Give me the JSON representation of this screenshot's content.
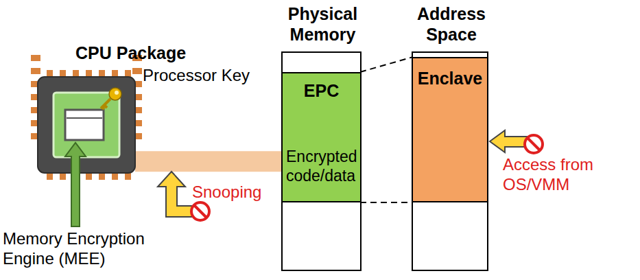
{
  "diagram": {
    "nodes": [
      {
        "text": [
          "CPU Package"
        ]
      },
      {
        "text": [
          "Physical Memory"
        ]
      },
      {
        "text": [
          "EPC",
          "Encrypted code/data"
        ],
        "in": 1
      },
      {
        "text": [
          "Address Space"
        ]
      },
      {
        "text": [
          "Enclave"
        ],
        "in": 3
      }
    ],
    "edges": [
      {
        "from": 0,
        "to": 2,
        "arrow": "none"
      },
      {
        "from": 2,
        "to": 4,
        "arrow": "none"
      },
      {
        "from": 2,
        "to": 4,
        "arrow": "none"
      }
    ],
    "labels": [
      "Processor Key",
      "Snooping",
      "Access from OS/VMM",
      "Memory Encryption Engine (MEE)"
    ]
  }
}
